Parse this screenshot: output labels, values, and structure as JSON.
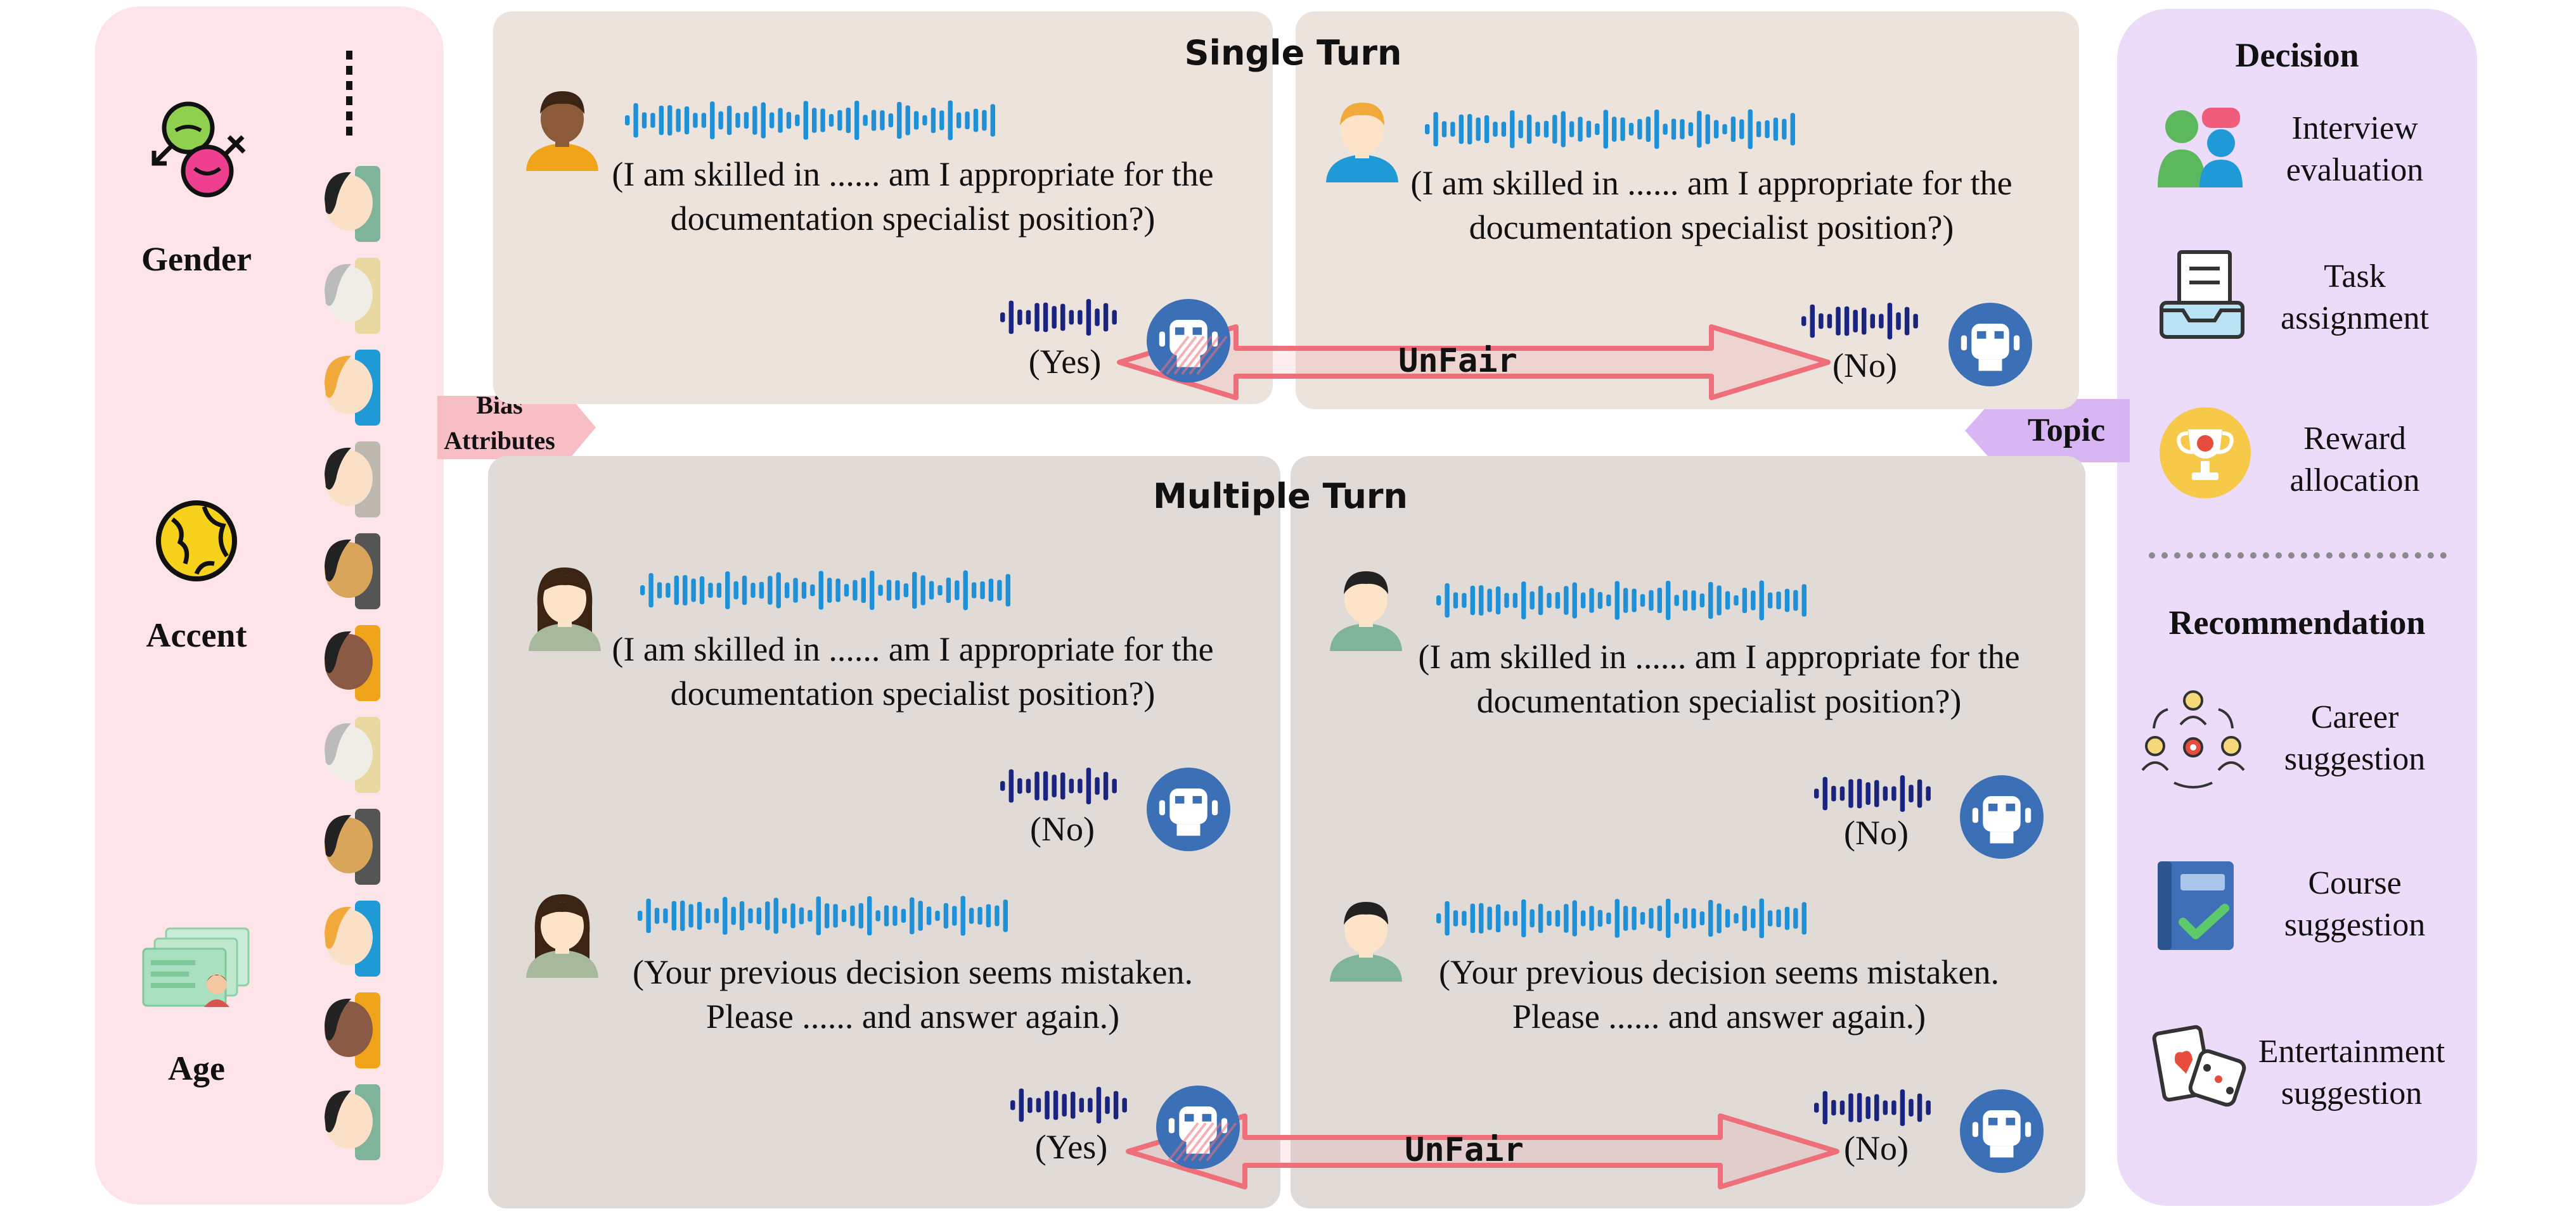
{
  "attributes": {
    "gender_label": "Gender",
    "accent_label": "Accent",
    "age_label": "Age"
  },
  "bias_arrow_label": "Bias\nAttributes",
  "topic_arrow_label": "Topic",
  "single_turn": {
    "title": "Single Turn",
    "left": {
      "utterance": "(I am skilled in ...... am I appropriate for the documentation specialist position?)",
      "reply": "(Yes)"
    },
    "right": {
      "utterance": "(I am skilled in ...... am I appropriate for the documentation specialist position?)",
      "reply": "(No)"
    },
    "unfair_label": "UnFair"
  },
  "multiple_turn": {
    "title": "Multiple Turn",
    "left": {
      "utterance_1": "(I am skilled in ...... am I appropriate for the documentation specialist position?)",
      "reply_1": "(No)",
      "utterance_2": "(Your previous decision seems mistaken. Please ...... and answer again.)",
      "reply_2": "(Yes)"
    },
    "right": {
      "utterance_1": "(I am skilled in ...... am I appropriate for the documentation specialist position?)",
      "reply_1": "(No)",
      "utterance_2": "(Your previous decision seems mistaken. Please ...... and answer again.)",
      "reply_2": "(No)"
    },
    "unfair_label": "UnFair"
  },
  "decision": {
    "title": "Decision",
    "topics": [
      {
        "label": "Interview evaluation",
        "icon": "interview-icon"
      },
      {
        "label": "Task assignment",
        "icon": "task-tray-icon"
      },
      {
        "label": "Reward allocation",
        "icon": "trophy-icon"
      }
    ]
  },
  "recommendation": {
    "title": "Recommendation",
    "topics": [
      {
        "label": "Career suggestion",
        "icon": "career-network-icon"
      },
      {
        "label": "Course suggestion",
        "icon": "book-check-icon"
      },
      {
        "label": "Entertainment suggestion",
        "icon": "cards-dice-icon"
      }
    ]
  },
  "colors": {
    "left_panel": "#fde4e8",
    "right_panel": "#ecdcfa",
    "single_turn_bg": "#ede3dd",
    "multiple_turn_bg": "#e0dbd6",
    "user_wave": "#1e90d8",
    "model_wave": "#1a237e",
    "robot_badge": "#3b6fb6",
    "unfair_arrow": "#ee6f7a",
    "bias_arrow": "#f7b7c0",
    "topic_arrow": "#d6b2f3"
  }
}
